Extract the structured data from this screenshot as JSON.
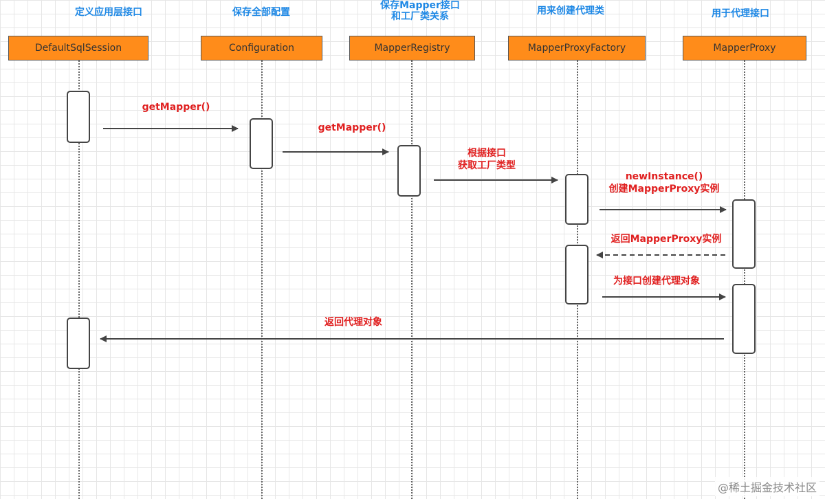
{
  "participants": [
    {
      "name": "DefaultSqlSession",
      "caption": "定义应用层接口"
    },
    {
      "name": "Configuration",
      "caption": "保存全部配置"
    },
    {
      "name": "MapperRegistry",
      "caption": "保存Mapper接口\n和工厂类关系"
    },
    {
      "name": "MapperProxyFactory",
      "caption": "用来创建代理类"
    },
    {
      "name": "MapperProxy",
      "caption": "用于代理接口"
    }
  ],
  "messages": [
    {
      "label": "getMapper()",
      "style": "solid"
    },
    {
      "label": "getMapper()",
      "style": "solid"
    },
    {
      "label": "根据接口\n获取工厂类型",
      "style": "solid"
    },
    {
      "label": "newInstance()\n创建MapperProxy实例",
      "style": "solid"
    },
    {
      "label": "返回MapperProxy实例",
      "style": "dashed"
    },
    {
      "label": "为接口创建代理对象",
      "style": "solid"
    },
    {
      "label": "返回代理对象",
      "style": "solid"
    }
  ],
  "watermark": "@稀土掘金技术社区",
  "colors": {
    "participant_fill": "#ff8c1a",
    "caption_text": "#1e88e5",
    "message_text": "#e02020"
  }
}
